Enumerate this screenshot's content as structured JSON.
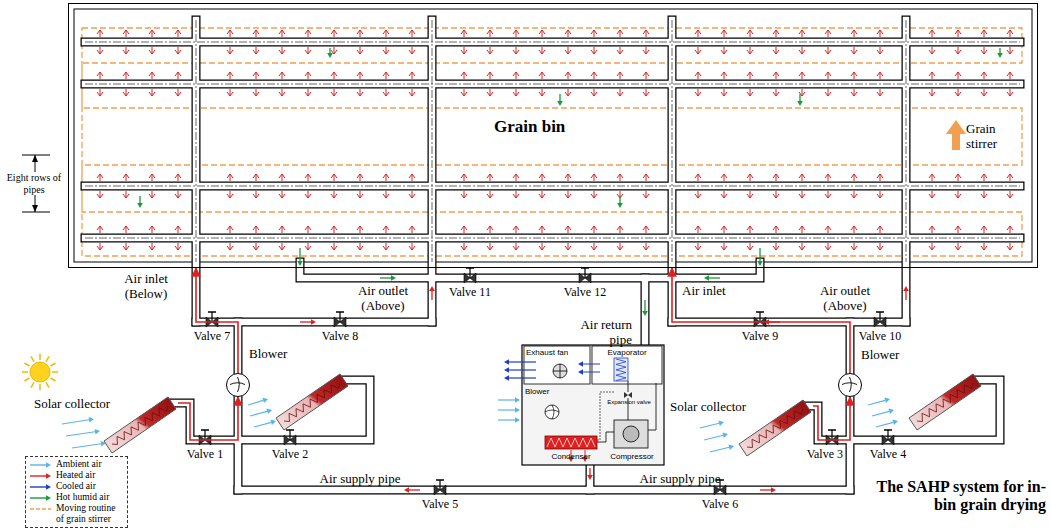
{
  "diagram": {
    "nodes": [
      {
        "text": [
          "Grain bin"
        ]
      },
      {
        "text": [
          "Blower"
        ]
      },
      {
        "text": [
          "Solar collector"
        ]
      },
      {
        "text": [
          "Solar collector"
        ]
      },
      {
        "text": [
          "Blower"
        ]
      }
    ],
    "edges": [
      {
        "from": 2,
        "to": 1,
        "arrow": "to"
      },
      {
        "from": 1,
        "to": 0,
        "arrow": "to"
      },
      {
        "from": 3,
        "to": 4,
        "arrow": "to"
      },
      {
        "from": 4,
        "to": 0,
        "arrow": "to"
      }
    ],
    "labels": [
      "Eight rows of pipes",
      "Grain stirrer",
      "Air inlet (Below)",
      "Air outlet (Above)",
      "Valve 11",
      "Valve 12",
      "Air inlet",
      "Air outlet (Above)",
      "Air return pipe",
      "Valve 7",
      "Valve 8",
      "Valve 9",
      "Valve 10",
      "Exhaust fan",
      "Evaporator",
      "Blower",
      "Expansion valve",
      "Condenser",
      "Compressor",
      "Valve 1",
      "Valve 2",
      "Valve 3",
      "Valve 4",
      "Air supply pipe",
      "Air supply pipe",
      "Valve 5",
      "Valve 6",
      "The SAHP system for in-bin grain drying"
    ],
    "legend": [
      {
        "text": "Ambient air"
      },
      {
        "text": "Heated air"
      },
      {
        "text": "Cooled air"
      },
      {
        "text": "Hot humid air"
      },
      {
        "text": "Moving routine of grain stirrer"
      }
    ]
  }
}
